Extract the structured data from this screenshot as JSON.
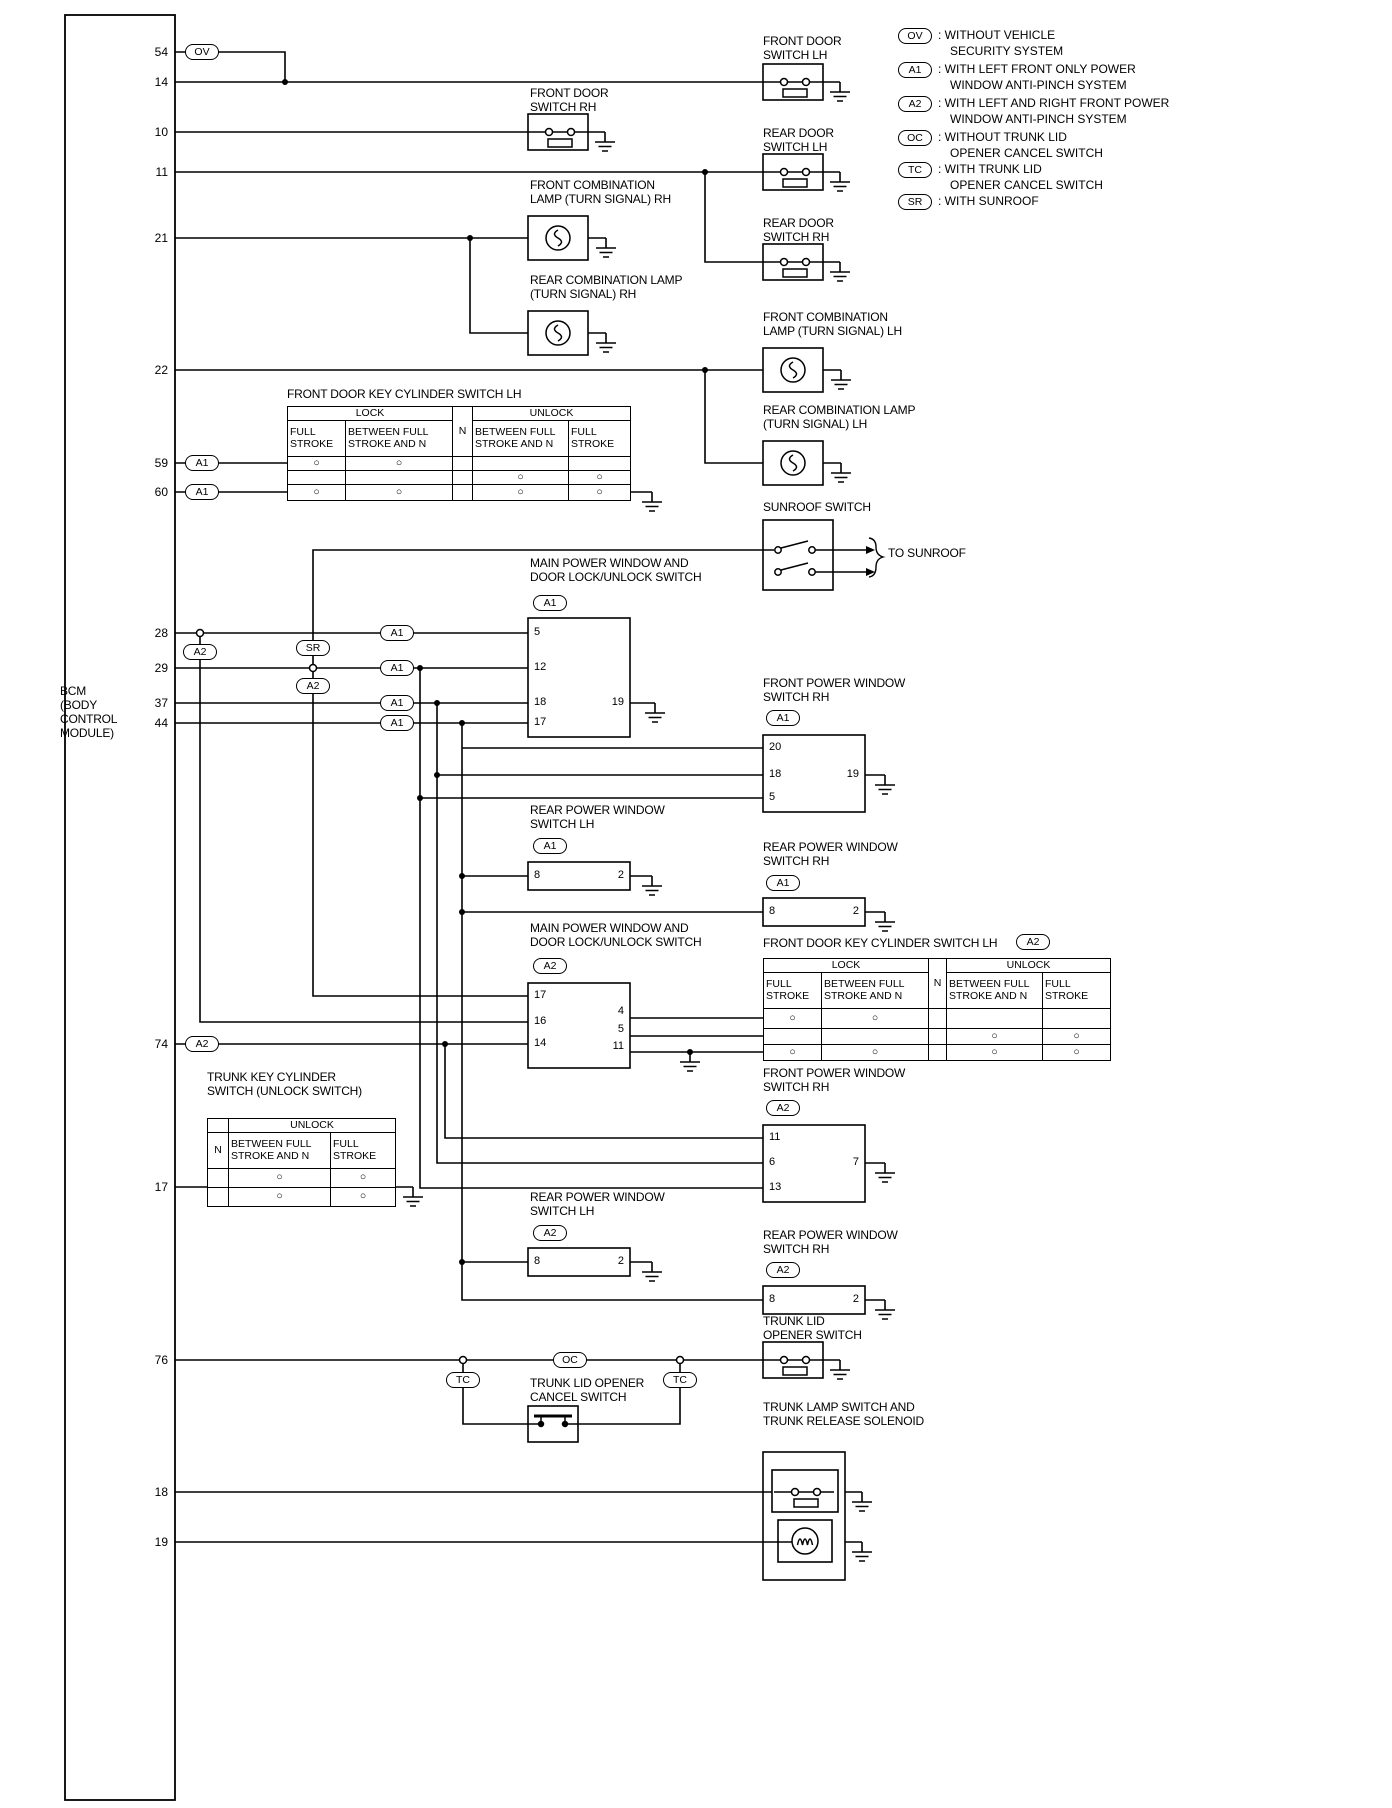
{
  "badges": {
    "ov": "OV",
    "a1": "A1",
    "a2": "A2",
    "oc": "OC",
    "tc": "TC",
    "sr": "SR"
  },
  "bcm": {
    "label": "BCM\n(BODY\nCONTROL\nMODULE)",
    "pins": [
      "54",
      "14",
      "10",
      "11",
      "21",
      "22",
      "59",
      "60",
      "28",
      "29",
      "37",
      "44",
      "74",
      "17",
      "76",
      "18",
      "19"
    ]
  },
  "legend": {
    "ov": ": WITHOUT VEHICLE\nSECURITY SYSTEM",
    "a1": ": WITH LEFT FRONT ONLY POWER\nWINDOW ANTI-PINCH SYSTEM",
    "a2": ": WITH LEFT AND RIGHT FRONT POWER\nWINDOW ANTI-PINCH SYSTEM",
    "oc": ": WITHOUT TRUNK LID\nOPENER CANCEL SWITCH",
    "tc": ": WITH TRUNK LID\nOPENER CANCEL SWITCH",
    "sr": ": WITH SUNROOF"
  },
  "labels": {
    "front_door_switch_lh": "FRONT DOOR\nSWITCH LH",
    "front_door_switch_rh": "FRONT DOOR\nSWITCH RH",
    "rear_door_switch_lh": "REAR DOOR\nSWITCH LH",
    "rear_door_switch_rh": "REAR DOOR\nSWITCH RH",
    "front_comb_lamp_rh": "FRONT COMBINATION\nLAMP (TURN SIGNAL) RH",
    "rear_comb_lamp_rh": "REAR COMBINATION LAMP\n(TURN SIGNAL) RH",
    "front_comb_lamp_lh": "FRONT COMBINATION\nLAMP (TURN SIGNAL) LH",
    "rear_comb_lamp_lh": "REAR COMBINATION LAMP\n(TURN SIGNAL) LH",
    "sunroof_switch": "SUNROOF SWITCH",
    "to_sunroof": "TO SUNROOF",
    "main_power_window_switch": "MAIN POWER WINDOW AND\nDOOR LOCK/UNLOCK SWITCH",
    "front_power_window_switch_rh": "FRONT POWER WINDOW\nSWITCH RH",
    "rear_power_window_switch_lh": "REAR POWER WINDOW\nSWITCH LH",
    "rear_power_window_switch_rh": "REAR POWER WINDOW\nSWITCH RH",
    "trunk_lid_opener_switch": "TRUNK LID\nOPENER SWITCH",
    "trunk_lid_opener_cancel_switch": "TRUNK LID OPENER\nCANCEL SWITCH",
    "trunk_lamp_switch": "TRUNK LAMP SWITCH AND\nTRUNK RELEASE SOLENOID"
  },
  "pins": {
    "main_a1": {
      "p5": "5",
      "p12": "12",
      "p18": "18",
      "p17": "17",
      "p19": "19"
    },
    "fpw_rh_a1": {
      "p20": "20",
      "p18": "18",
      "p5": "5",
      "p19": "19"
    },
    "rpw": {
      "p8": "8",
      "p2": "2"
    },
    "main_a2": {
      "p17": "17",
      "p16": "16",
      "p14": "14",
      "p4": "4",
      "p5": "5",
      "p11": "11"
    },
    "fpw_rh_a2": {
      "p11": "11",
      "p6": "6",
      "p13": "13",
      "p7": "7"
    }
  },
  "tables": {
    "headers": {
      "lock": "LOCK",
      "unlock": "UNLOCK",
      "n": "N",
      "full_stroke": "FULL\nSTROKE",
      "between": "BETWEEN FULL\nSTROKE AND N"
    },
    "kc_lh_a1": {
      "title": "FRONT DOOR KEY CYLINDER SWITCH LH",
      "rows": [
        [
          "○",
          "○",
          "",
          "",
          ""
        ],
        [
          "",
          "",
          "",
          "○",
          "○"
        ],
        [
          "○",
          "○",
          "",
          "○",
          "○"
        ]
      ]
    },
    "kc_lh_a2": {
      "title": "FRONT DOOR KEY CYLINDER SWITCH LH",
      "rows": [
        [
          "○",
          "○",
          "",
          "",
          ""
        ],
        [
          "",
          "",
          "",
          "○",
          "○"
        ],
        [
          "○",
          "○",
          "",
          "○",
          "○"
        ]
      ]
    },
    "trunk_kc": {
      "title": "TRUNK KEY CYLINDER\nSWITCH (UNLOCK SWITCH)",
      "rows": [
        [
          "",
          "○",
          "○"
        ],
        [
          "",
          "○",
          "○"
        ]
      ]
    }
  }
}
